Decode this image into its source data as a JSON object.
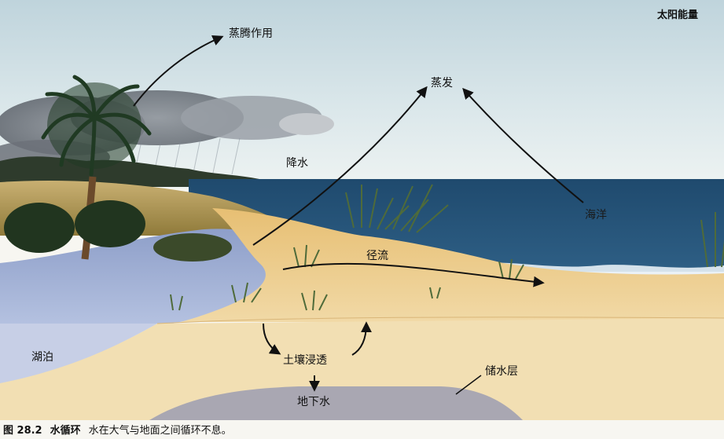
{
  "diagram": {
    "labels": {
      "solar_energy": "太阳能量",
      "transpiration": "蒸腾作用",
      "evaporation": "蒸发",
      "precipitation": "降水",
      "ocean": "海洋",
      "runoff": "径流",
      "lake": "湖泊",
      "infiltration": "土壤浸透",
      "aquifer": "储水层",
      "groundwater": "地下水"
    },
    "caption": {
      "figure_number": "图 28.2",
      "title": "水循环",
      "text": "水在大气与地面之间循环不息。"
    }
  }
}
